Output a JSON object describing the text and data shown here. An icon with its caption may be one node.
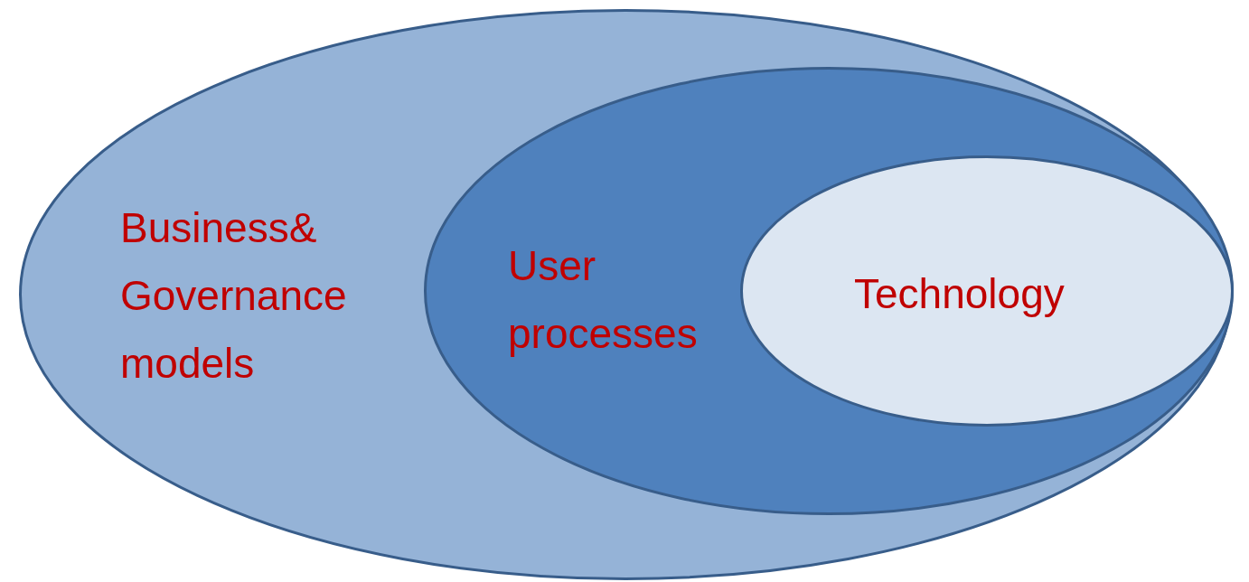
{
  "diagram": {
    "nodes": [
      {
        "text": [
          "Business& Governance models"
        ]
      },
      {
        "text": [
          "User processes"
        ],
        "in": 0
      },
      {
        "text": [
          "Technology"
        ],
        "in": 1
      }
    ]
  }
}
